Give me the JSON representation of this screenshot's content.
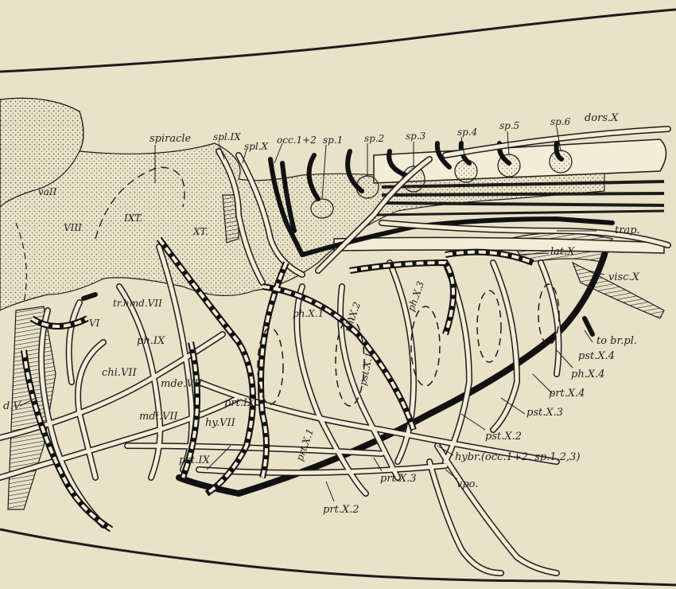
{
  "colors": {
    "paper": "#e9e1c8",
    "ink": "#1c1c1c",
    "stipple": "#b9ae8c",
    "nerve_fill": "#f3ecd6"
  },
  "labels": {
    "spiracle": "spiracle",
    "spl_ix": "spl.IX",
    "spl_x": "spl.X",
    "occ": "occ.1+2",
    "sp1": "sp.1",
    "sp2": "sp.2",
    "sp3": "sp.3",
    "sp4": "sp.4",
    "sp5": "sp.5",
    "sp6": "sp.6",
    "dors_x": "dors.X",
    "vaii": "vaII",
    "viii": "VIII",
    "ixt": "IXT.",
    "xt": "XT.",
    "trap": "trap.",
    "lat_x": "lat.X",
    "visc_x": "visc.X",
    "tobr_pl": "to br.pl.",
    "vi": "VI",
    "tr_hmd_vii": "tr.hmd.VII",
    "ph_x1": "ph.X.1",
    "ph_x2": "ph.X.2",
    "ph_x3": "ph.X.3",
    "pst_x1": "pst.X.1",
    "ph_ix": "ph.IX",
    "chi_vii": "chi.VII",
    "mde_vii": "mde.VII",
    "pst_x4": "pst.X.4",
    "ph_x4": "ph.X.4",
    "prt_x4": "prt.X.4",
    "pst_x3": "pst.X.3",
    "d_v": "d.V",
    "mdi_vii": "mdi.VII",
    "prt_ix": "prt.IX",
    "hy_vii": "hy.VII",
    "prt_x1": "prt.X.1",
    "pst_x2": "pst.X.2",
    "hybr": "hybr.(occ.1+2. sp.1,2,3)",
    "pst_ix": "pst.IX",
    "prt_x3": "prt.X.3",
    "vpo": "vpo.",
    "prt_x2": "prt.X.2"
  }
}
